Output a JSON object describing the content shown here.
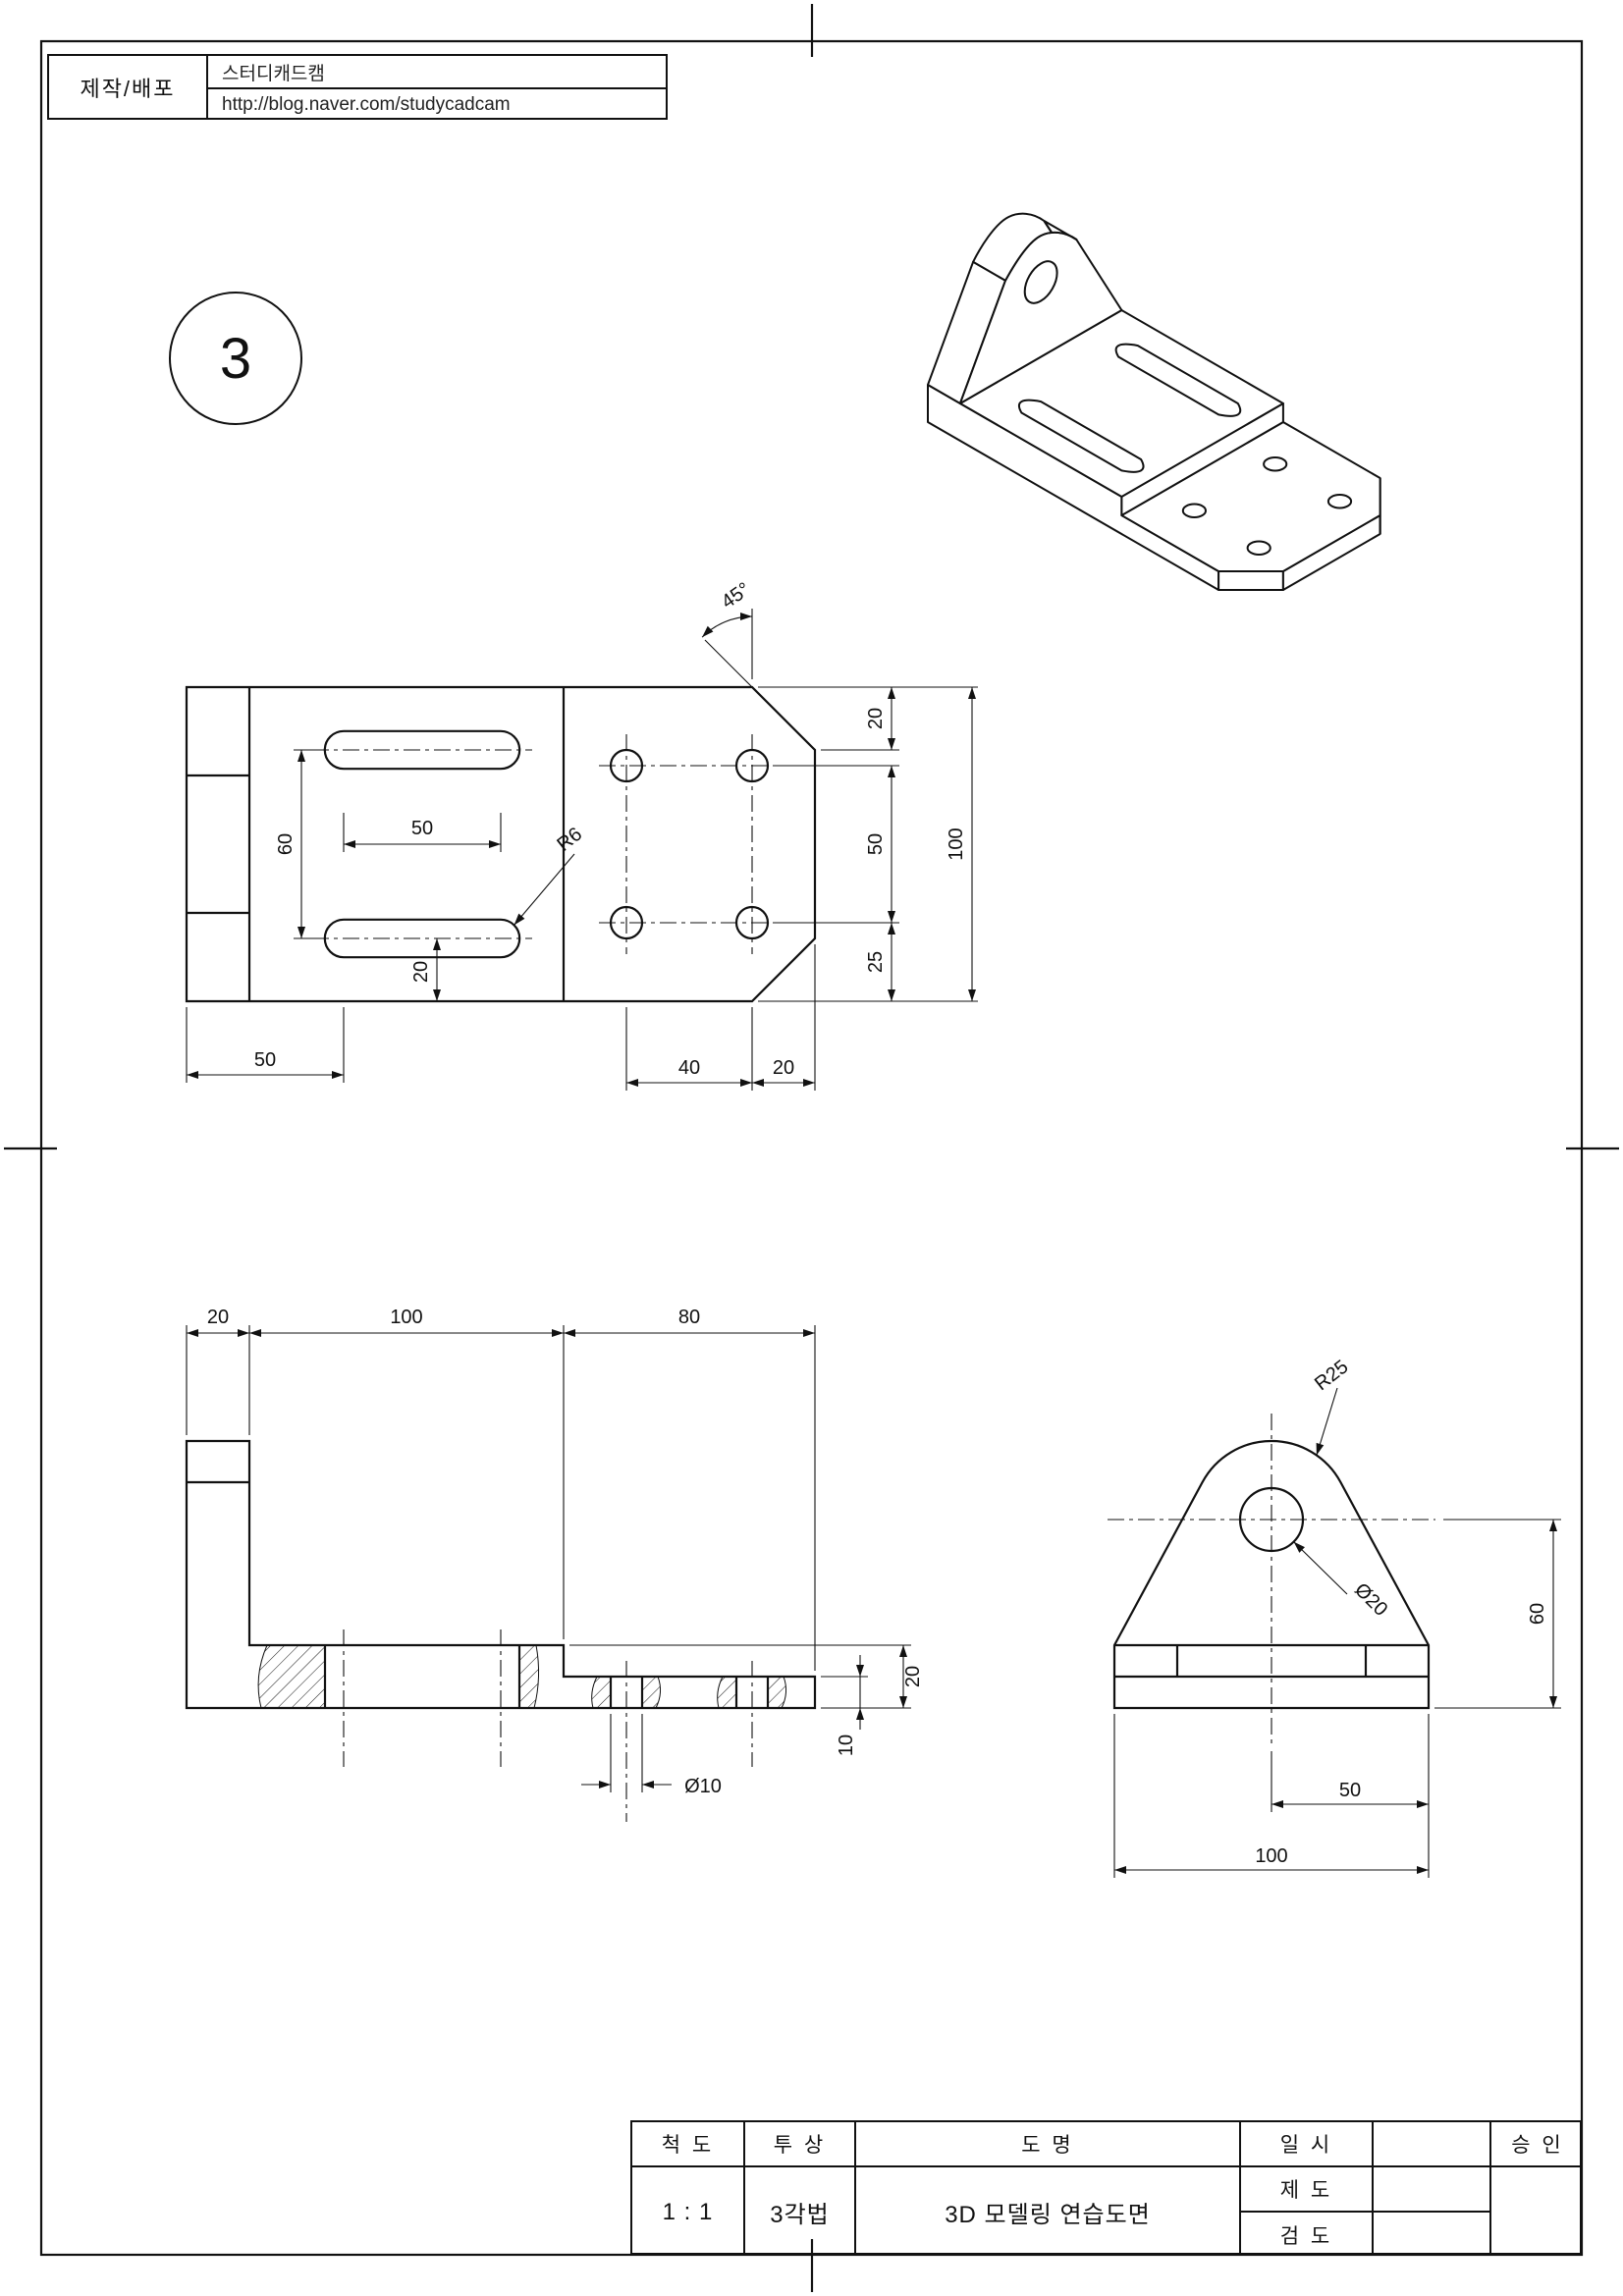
{
  "header": {
    "label": "제작/배포",
    "brand": "스터디캐드캠",
    "url": "http://blog.naver.com/studycadcam"
  },
  "sheet_no": "3",
  "dims": {
    "top": {
      "angle": "45°",
      "chamfer_h": "20",
      "row_span": "50",
      "row_bottom": "25",
      "overall": "100",
      "slot_span": "60",
      "slot_len": "50",
      "slot_bottom": "20",
      "left_len": "50",
      "hole_span": "40",
      "hole_edge": "20",
      "slot_r": "R6"
    },
    "front": {
      "wall_t": "20",
      "base_len": "100",
      "ext_len": "80",
      "base_h": "20",
      "ext_h": "10",
      "hole_d": "Ø10"
    },
    "side": {
      "top_r": "R25",
      "hole_d": "Ø20",
      "center_h": "60",
      "half_w": "50",
      "full_w": "100"
    }
  },
  "title_block": {
    "scale_label": "척 도",
    "projection_label": "투 상",
    "name_label": "도 명",
    "date_label": "일 시",
    "approve_label": "승 인",
    "draft_label": "제 도",
    "check_label": "검 도",
    "scale_value": "1 : 1",
    "projection_value": "3각법",
    "name_value": "3D 모델링 연습도면"
  }
}
